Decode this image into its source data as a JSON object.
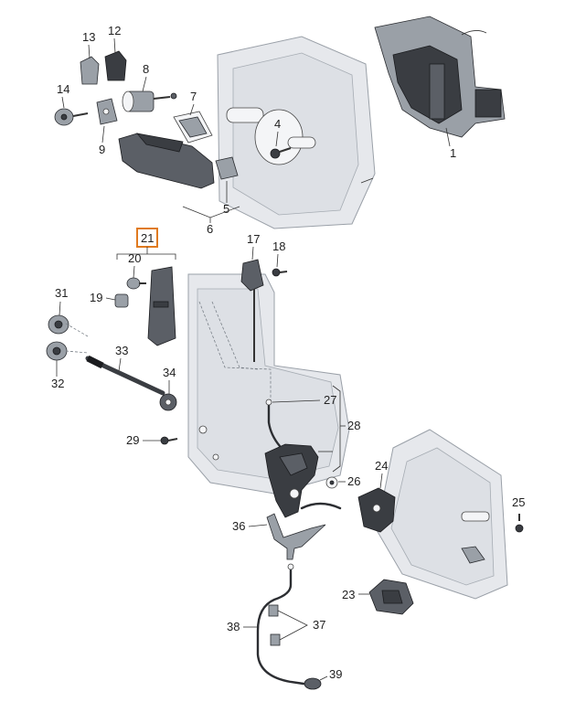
{
  "diagram": {
    "callouts": {
      "c1": "1",
      "c4": "4",
      "c5": "5",
      "c6": "6",
      "c7": "7",
      "c8": "8",
      "c9": "9",
      "c12": "12",
      "c13": "13",
      "c14": "14",
      "c17": "17",
      "c18": "18",
      "c19": "19",
      "c20": "20",
      "c21": "21",
      "c23": "23",
      "c24": "24",
      "c25": "25",
      "c26": "26",
      "c27": "27",
      "c28": "28",
      "c29": "29",
      "c31": "31",
      "c32": "32",
      "c33": "33",
      "c34": "34",
      "c36": "36",
      "c37": "37",
      "c38": "38",
      "c39": "39"
    },
    "highlighted_callout": "21",
    "highlight_color": "#e07a1f"
  }
}
